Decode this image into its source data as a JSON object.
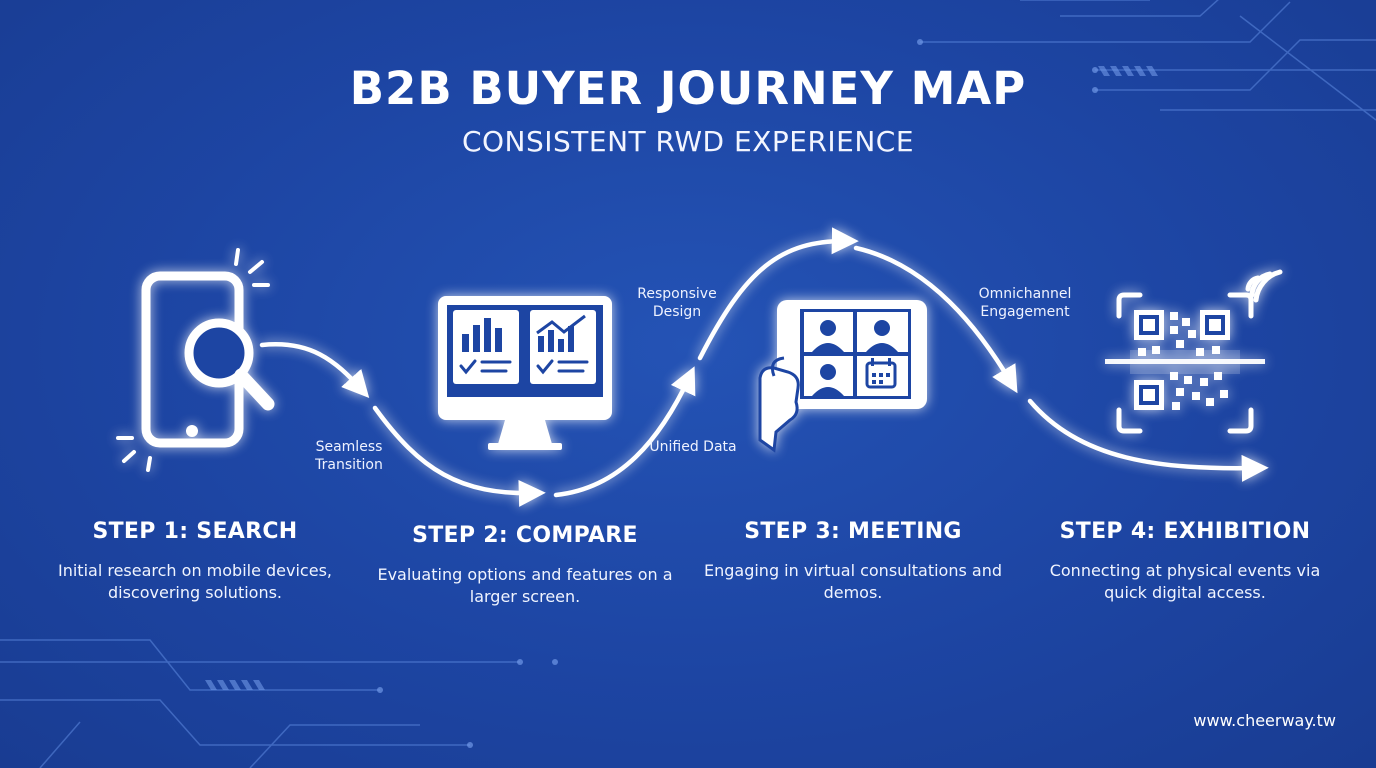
{
  "header": {
    "title": "B2B BUYER JOURNEY MAP",
    "subtitle": "CONSISTENT RWD EXPERIENCE"
  },
  "steps": [
    {
      "title": "STEP 1: SEARCH",
      "description": "Initial research on mobile devices, discovering solutions.",
      "icon": "smartphone-magnifier-icon"
    },
    {
      "title": "STEP 2: COMPARE",
      "description": "Evaluating options and features on a larger screen.",
      "icon": "desktop-monitor-charts-icon"
    },
    {
      "title": "STEP 3: MEETING",
      "description": "Engaging in virtual consultations and demos.",
      "icon": "tablet-video-call-icon"
    },
    {
      "title": "STEP 4: EXHIBITION",
      "description": "Connecting at physical events via quick digital access.",
      "icon": "qr-code-scan-icon"
    }
  ],
  "connectors": [
    {
      "text": "Seamless Transition"
    },
    {
      "text": "Responsive Design"
    },
    {
      "text": "Unified Data"
    },
    {
      "text": "Omnichannel Engagement"
    }
  ],
  "footer": {
    "url": "www.cheerway.tw"
  },
  "colors": {
    "background": "#1d45a3",
    "foreground": "#ffffff",
    "accent_line": "#4f7fd6"
  }
}
